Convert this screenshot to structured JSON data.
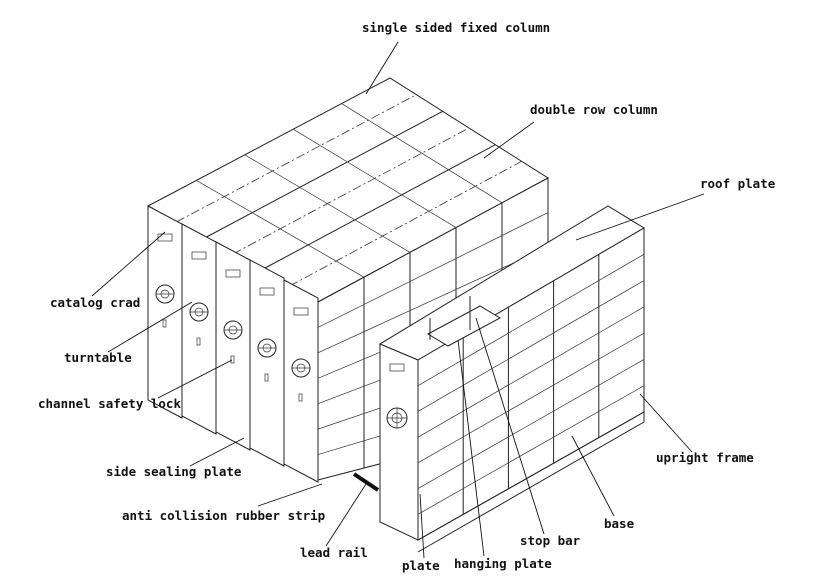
{
  "diagram": {
    "labels": {
      "single_sided_fixed_column": "single sided fixed column",
      "double_row_column": "double row column",
      "roof_plate": "roof plate",
      "catalog_crad": "catalog crad",
      "turntable": "turntable",
      "channel_safety_lock": "channel safety lock",
      "side_sealing_plate": "side sealing plate",
      "anti_collision_rubber_strip": "anti collision rubber strip",
      "lead_rail": "lead rail",
      "plate": "plate",
      "hanging_plate": "hanging plate",
      "stop_bar": "stop bar",
      "base": "base",
      "upright_frame": "upright frame"
    },
    "colors": {
      "line": "#222222",
      "background": "#ffffff",
      "rail": "#111111"
    }
  }
}
